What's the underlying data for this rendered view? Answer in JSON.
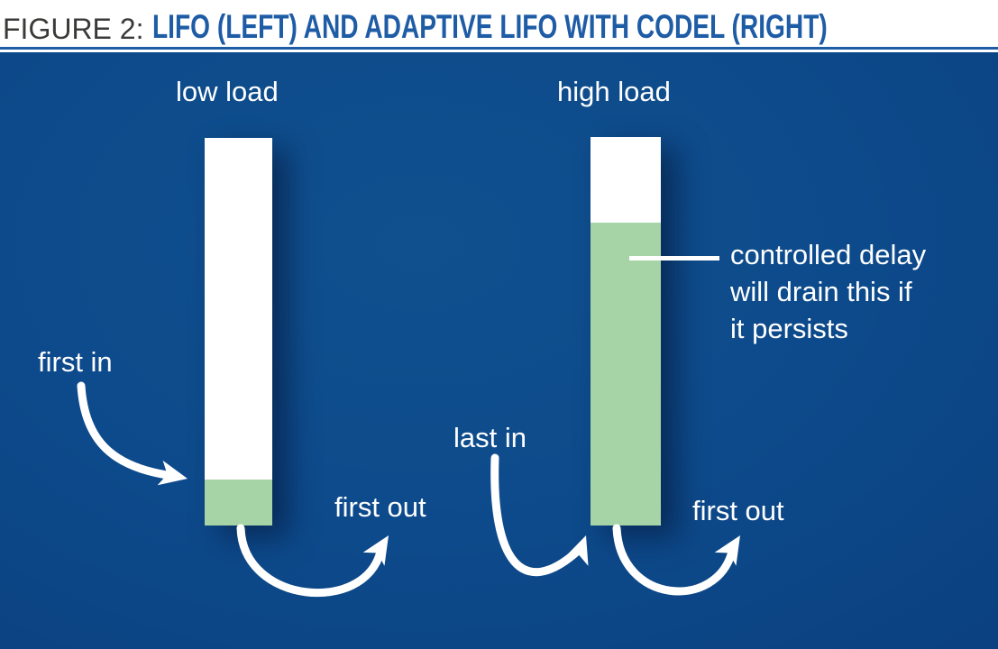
{
  "figure": {
    "label": "FIGURE 2:",
    "title": "LIFO (LEFT) AND ADAPTIVE LIFO WITH CODEL (RIGHT)"
  },
  "colors": {
    "panel_blue": "#0d4a8b",
    "queue_fill_green": "#a7d4a6",
    "queue_empty_white": "#ffffff",
    "title_blue": "#1e5ca6",
    "figure_label_gray": "#3a3a38",
    "annotation_text": "#ffffff"
  },
  "diagram": {
    "left_queue": {
      "label": "low load",
      "green_fill_percent": 12
    },
    "right_queue": {
      "label": "high load",
      "green_fill_percent": 78
    },
    "annotations": {
      "first_in": "first in",
      "first_out_left": "first out",
      "last_in": "last in",
      "first_out_right": "first out"
    },
    "callout": {
      "lines": [
        "controlled delay",
        "will drain this if",
        "it persists"
      ]
    }
  }
}
